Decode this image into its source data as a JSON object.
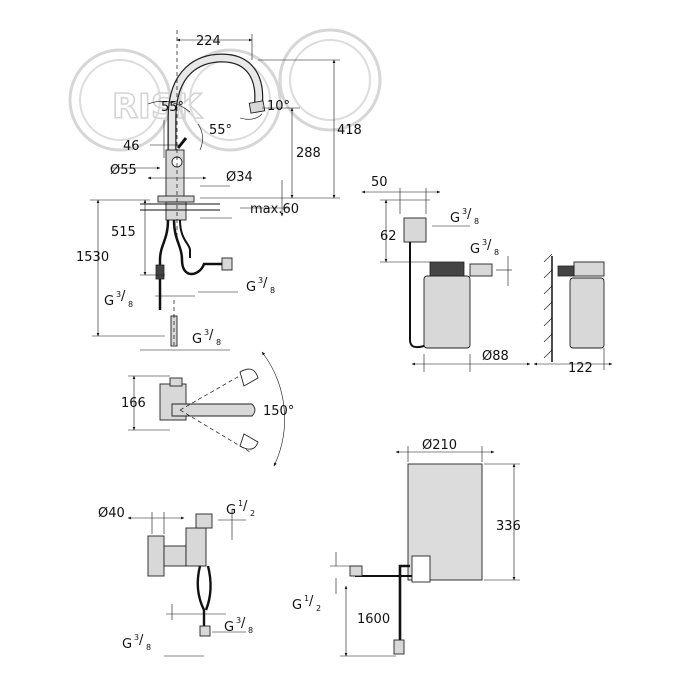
{
  "watermark": {
    "text": "RISK"
  },
  "faucet": {
    "width": "224",
    "angle_top": "55°",
    "angle_side": "55°",
    "angle_spout": "10°",
    "lever_height": "46",
    "base_dia": "Ø55",
    "hole_dia": "Ø34",
    "height_total": "418",
    "height_spout": "288",
    "deck_max": "max.60",
    "hose_length": "515",
    "overall_length": "1530",
    "conn_left": {
      "g": "G",
      "num": "3",
      "den": "8"
    },
    "conn_right": {
      "g": "G",
      "num": "3",
      "den": "8"
    },
    "conn_bottom": {
      "g": "G",
      "num": "3",
      "den": "8"
    }
  },
  "swivel": {
    "depth": "166",
    "angle": "150°"
  },
  "filter": {
    "width": "50",
    "height": "62",
    "conn_top": {
      "g": "G",
      "num": "3",
      "den": "8"
    },
    "conn_mid": {
      "g": "G",
      "num": "3",
      "den": "8"
    },
    "diameter": "Ø88",
    "wall_depth": "122"
  },
  "valve": {
    "diameter": "Ø40",
    "conn_top": {
      "g": "G",
      "num": "1",
      "den": "2"
    },
    "conn_bottom_left": {
      "g": "G",
      "num": "3",
      "den": "8"
    },
    "conn_bottom_right": {
      "g": "G",
      "num": "3",
      "den": "8"
    }
  },
  "boiler": {
    "diameter": "Ø210",
    "height": "336",
    "conn": {
      "g": "G",
      "num": "1",
      "den": "2"
    },
    "cable_length": "1600"
  }
}
